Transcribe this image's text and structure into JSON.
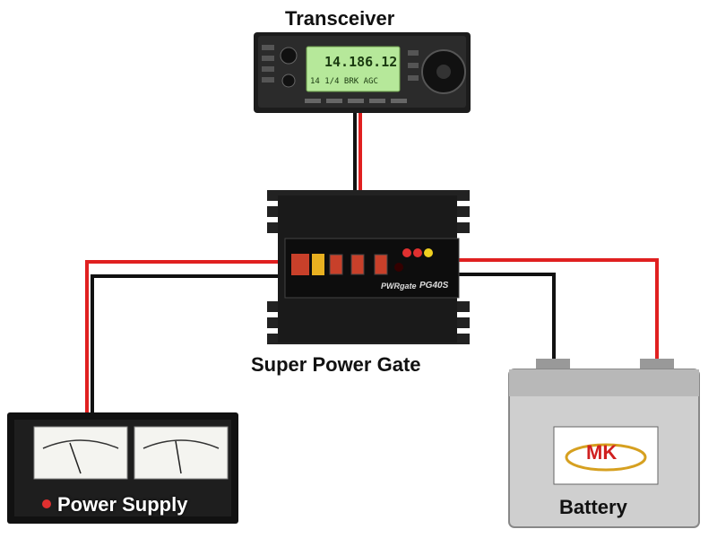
{
  "labels": {
    "transceiver": "Transceiver",
    "power_gate": "Super Power Gate",
    "power_supply": "Power Supply",
    "battery": "Battery"
  },
  "transceiver_display": {
    "frequency": "14.186.12",
    "status": "14 1/4 BRK AGC"
  },
  "power_gate_text": {
    "brand": "PWRgate",
    "model": "PG40S"
  },
  "battery_text": {
    "logo": "MK"
  },
  "colors": {
    "positive_wire": "#e02020",
    "negative_wire": "#111111",
    "lcd": "#b6e89a"
  }
}
